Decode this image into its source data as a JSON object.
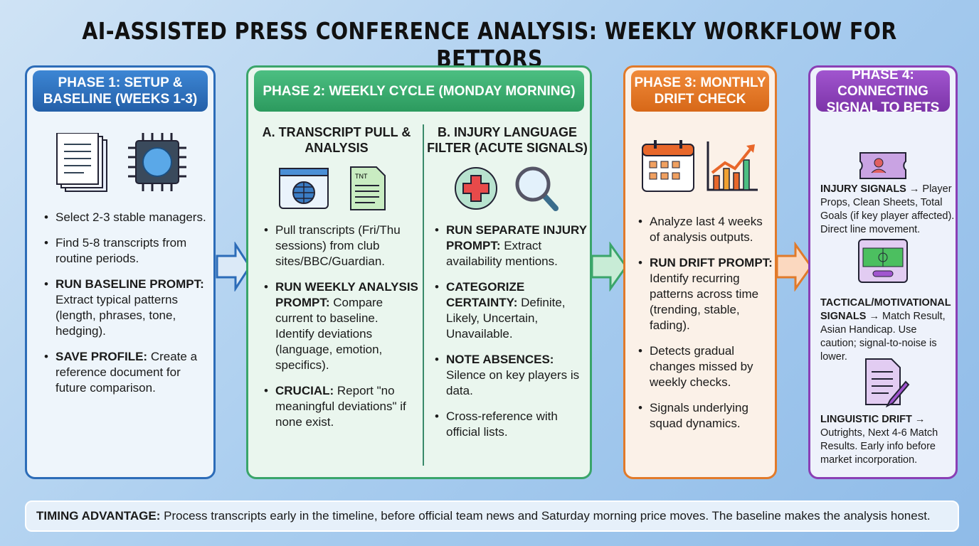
{
  "title": "AI-ASSISTED PRESS CONFERENCE ANALYSIS: WEEKLY WORKFLOW FOR BETTORS",
  "phase1": {
    "title": "PHASE 1: SETUP & BASELINE (WEEKS 1-3)",
    "bullets": [
      {
        "bold": "",
        "text": "Select 2-3 stable managers."
      },
      {
        "bold": "",
        "text": "Find 5-8 transcripts from routine periods."
      },
      {
        "bold": "RUN BASELINE PROMPT:",
        "text": " Extract typical patterns (length, phrases, tone, hedging)."
      },
      {
        "bold": "SAVE PROFILE:",
        "text": " Create a reference document for future comparison."
      }
    ]
  },
  "phase2": {
    "title": "PHASE 2: WEEKLY CYCLE (MONDAY MORNING)",
    "a": {
      "title": "A. TRANSCRIPT PULL & ANALYSIS",
      "doc_label": "TNT",
      "bullets": [
        {
          "bold": "",
          "text": "Pull transcripts (Fri/Thu sessions) from club sites/BBC/Guardian."
        },
        {
          "bold": "RUN WEEKLY ANALYSIS PROMPT:",
          "text": " Compare current to baseline. Identify deviations (language, emotion, specifics)."
        },
        {
          "bold": "CRUCIAL:",
          "text": " Report \"no meaningful deviations\" if none exist."
        }
      ]
    },
    "b": {
      "title": "B. INJURY LANGUAGE FILTER (ACUTE SIGNALS)",
      "bullets": [
        {
          "bold": "RUN SEPARATE INJURY PROMPT:",
          "text": " Extract availability mentions."
        },
        {
          "bold": "CATEGORIZE CERTAINTY:",
          "text": " Definite, Likely, Uncertain, Unavailable."
        },
        {
          "bold": "NOTE ABSENCES:",
          "text": " Silence on key players is data."
        },
        {
          "bold": "",
          "text": "Cross-reference with official lists."
        }
      ]
    }
  },
  "phase3": {
    "title": "PHASE 3: MONTHLY DRIFT CHECK",
    "bullets": [
      {
        "bold": "",
        "text": "Analyze last 4 weeks of analysis outputs."
      },
      {
        "bold": "RUN DRIFT PROMPT:",
        "text": " Identify recurring patterns across time (trending, stable, fading)."
      },
      {
        "bold": "",
        "text": "Detects gradual changes missed by weekly checks."
      },
      {
        "bold": "",
        "text": "Signals underlying squad dynamics."
      }
    ]
  },
  "phase4": {
    "title": "PHASE 4: CONNECTING SIGNAL TO BETS",
    "signals": [
      {
        "bold": "INJURY SIGNALS →",
        "text": " Player Props, Clean Sheets, Total Goals (if key player affected). Direct line movement."
      },
      {
        "bold": "TACTICAL/MOTIVATIONAL SIGNALS →",
        "text": " Match Result, Asian Handicap. Use caution; signal-to-noise is lower."
      },
      {
        "bold": "LINGUISTIC DRIFT →",
        "text": " Outrights, Next 4-6 Match Results. Early info before market incorporation."
      }
    ]
  },
  "footer": {
    "bold": "TIMING ADVANTAGE:",
    "text": " Process transcripts early in the timeline, before official team news and Saturday morning price moves. The baseline makes the analysis honest."
  },
  "colors": {
    "phase1": "#2c6cb8",
    "phase2": "#3aa56a",
    "phase3": "#e17a2a",
    "phase4": "#8a3fb5"
  }
}
